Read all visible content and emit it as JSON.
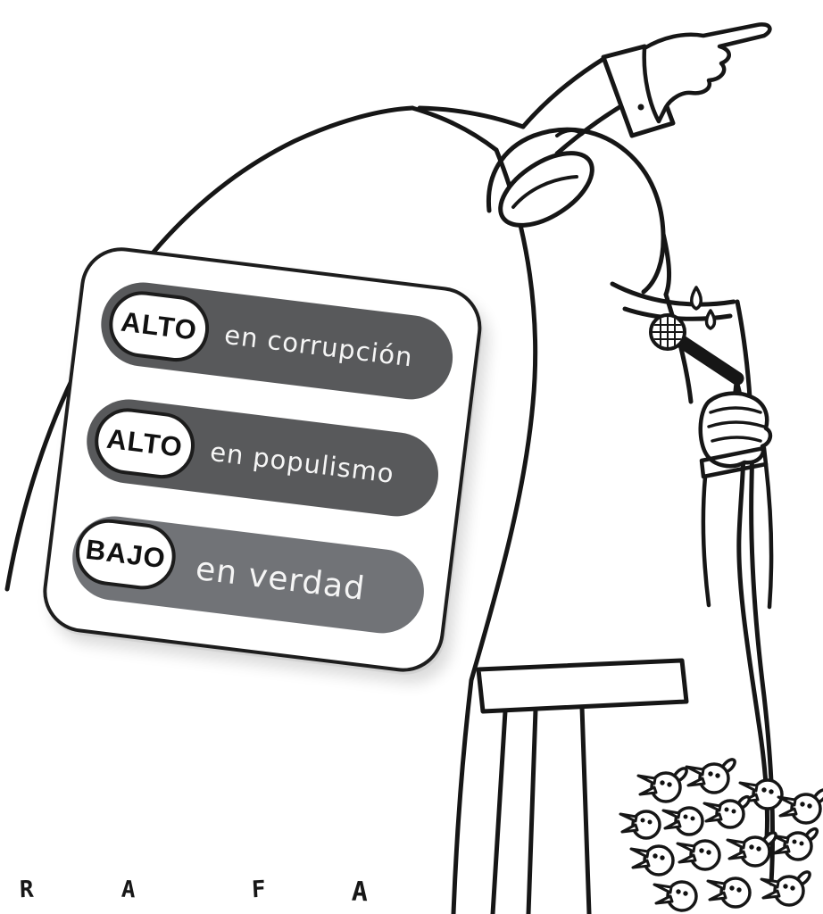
{
  "cartoon": {
    "labels": [
      {
        "level": "ALTO",
        "text": "en corrupción"
      },
      {
        "level": "ALTO",
        "text": "en populismo"
      },
      {
        "level": "BAJO",
        "text": "en verdad"
      }
    ],
    "signature": {
      "letters": [
        "R",
        "A",
        "F",
        "A"
      ]
    },
    "colors": {
      "ink": "#161616",
      "background": "#ffffff",
      "pill_dark": "#58595b",
      "pill_bajo": "#717377",
      "panel_bg": "#ffffff"
    },
    "scene_icons": [
      "speaker-figure",
      "pointing-hand-icon",
      "microphone-icon",
      "sweat-drops-icon",
      "podium",
      "crowd-birds"
    ]
  }
}
